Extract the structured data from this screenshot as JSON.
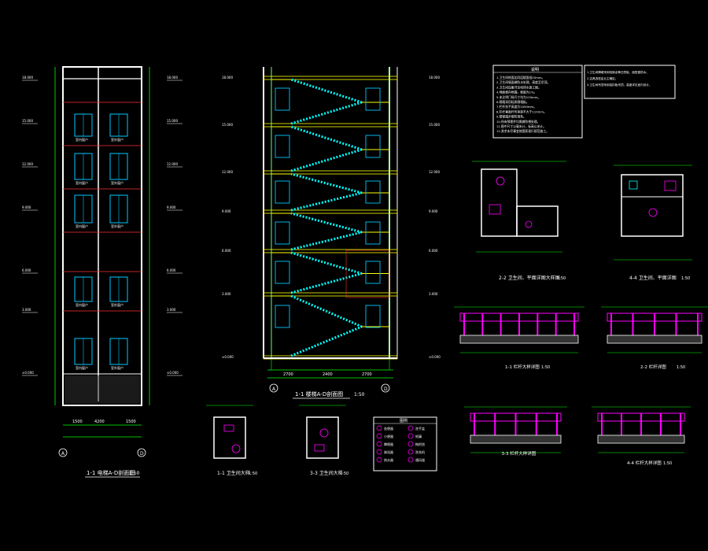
{
  "colors": {
    "background": "#000000",
    "wall": "#ffffff",
    "axis": "#00ff00",
    "stair": "#ffff00",
    "hatch": "#00ffff",
    "window": "#00c8ff",
    "detail": "#ff00ff",
    "dim": "#ff3030"
  },
  "drawings": {
    "left_section": {
      "title": "1-1 电梯A-D剖面图",
      "scale": "1:50"
    },
    "stair_section": {
      "title": "1-1 楼梯A-D剖面图",
      "scale": "1:50"
    },
    "toilet_plan_2": {
      "title": "2-2 卫生间、平面详图大样图",
      "scale": "1:50"
    },
    "toilet_plan_4": {
      "title": "4-4 卫生间、平面详图",
      "scale": "1:50"
    },
    "railing_1": {
      "title": "1-1 栏杆大样详图",
      "scale": "1:50"
    },
    "railing_2": {
      "title": "2-2 栏杆详图",
      "scale": "1:50"
    },
    "railing_3": {
      "title": "3-3 栏杆大样详图",
      "scale": ""
    },
    "railing_4": {
      "title": "4-4 栏杆大样详图",
      "scale": "1:50"
    },
    "toilet_1": {
      "title": "1-1 卫生间大样",
      "scale": "1:50"
    },
    "toilet_3": {
      "title": "3-3 卫生间大样",
      "scale": "1:50"
    }
  },
  "notes_box": {
    "heading": "说明",
    "lines": [
      "1.卫生间地面比同层楼面低20mm。",
      "2.卫生间墙面做防水处理，高度至吊顶。",
      "3.卫生间设备详见给排水施工图。",
      "4.地面坡向地漏，坡度为1%。",
      "5.未注明门垛尺寸均为120mm。",
      "6.隔墙采用轻质隔墙板。",
      "7.栏杆扶手高度为1050mm。",
      "8.栏杆垂直杆件净距不大于110mm。",
      "9.楼梯踏步做防滑条。",
      "10.所有预埋件均需做防锈处理。",
      "11.图中尺寸以毫米计，标高以米计。",
      "12.其余未尽事宜按国家现行规范施工。"
    ]
  },
  "notes_box_2": {
    "lines": [
      "1.卫生间隔墙采用轻钢龙骨石膏板，面层做防水。",
      "2.洁具选型由业主确定。",
      "3.卫生间吊顶采用铝扣板吊顶，高度详见室内设计。"
    ]
  },
  "legend": {
    "heading": "图例",
    "items": [
      "坐便器",
      "洗手盆",
      "小便器",
      "地漏",
      "蹲便器",
      "拖把池",
      "淋浴器",
      "洗衣机",
      "热水器",
      "通风道"
    ]
  },
  "levels": {
    "left": [
      "18.000",
      "15.000",
      "12.000",
      "9.000",
      "6.000",
      "3.000",
      "±0.000"
    ],
    "stair": [
      "18.000",
      "15.000",
      "12.000",
      "9.000",
      "6.000",
      "3.000",
      "±0.000"
    ]
  },
  "axis_labels": {
    "left_section": [
      "A",
      "D"
    ],
    "stair_section": [
      "A",
      "D"
    ]
  },
  "window_labels": [
    "室内窗户",
    "室外窗户"
  ],
  "dims": {
    "left_bottom": [
      "1500",
      "4200",
      "1500"
    ],
    "stair_bottom": [
      "2700",
      "2400",
      "2700"
    ]
  }
}
